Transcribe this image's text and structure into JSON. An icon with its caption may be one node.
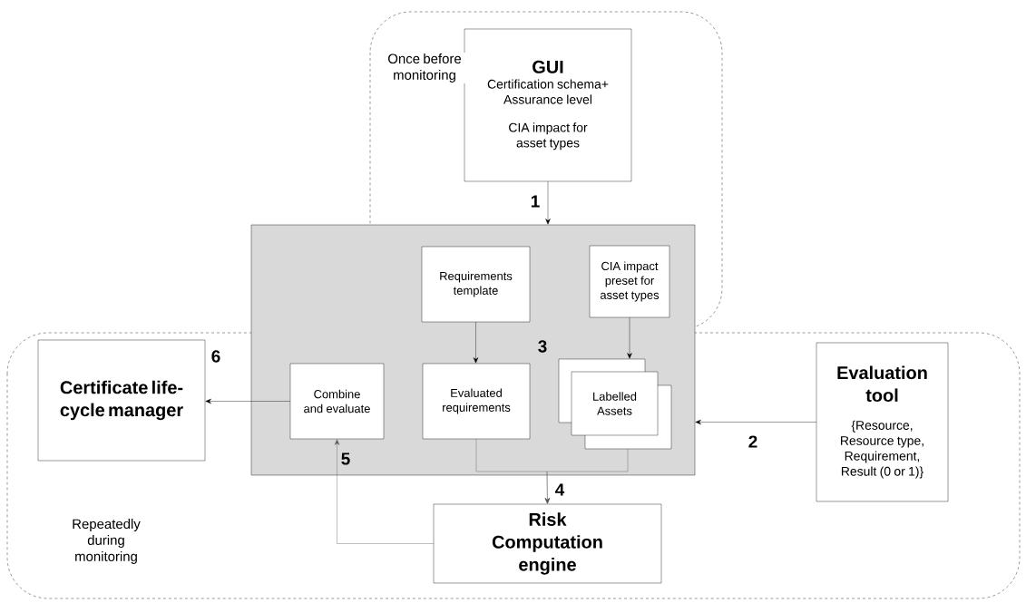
{
  "diagram": {
    "nodes": [
      {
        "text": [
          "GUI",
          "Certification schema+ Assurance level",
          "CIA impact for asset types"
        ]
      },
      {
        "text": [],
        "shape": "box"
      },
      {
        "text": [
          "Requirements template"
        ],
        "in": 1
      },
      {
        "text": [
          "CIA impact preset for asset types"
        ],
        "in": 1
      },
      {
        "text": [
          "Certificate life-cycle manager"
        ]
      },
      {
        "text": [
          "Combine and evaluate"
        ],
        "in": 1
      },
      {
        "text": [
          "Evaluated requirements"
        ],
        "in": 1
      },
      {
        "text": [
          "Labelled Assets"
        ],
        "in": 1
      },
      {
        "text": [
          "Evaluation tool",
          "{Resource, Resource type, Requirement, Result (0 or 1)}"
        ]
      },
      {
        "text": [
          "Risk Computation engine"
        ]
      }
    ],
    "edges": [
      {
        "from": 0,
        "to": 1,
        "arrow": "to",
        "label": "1"
      },
      {
        "from": 8,
        "to": 1,
        "arrow": "to",
        "label": "2"
      },
      {
        "from": 2,
        "to": 6,
        "arrow": "to"
      },
      {
        "from": 3,
        "to": 7,
        "arrow": "to"
      },
      {
        "from": 6,
        "to": 9,
        "arrow": "to",
        "label": "4"
      },
      {
        "from": 7,
        "to": 9,
        "arrow": "to"
      },
      {
        "from": 9,
        "to": 5,
        "arrow": "to",
        "label": "5"
      },
      {
        "from": 5,
        "to": 4,
        "arrow": "to",
        "label": "6"
      }
    ],
    "labels": [
      "Once before monitoring",
      "3",
      "Repeatedly during monitoring"
    ]
  }
}
